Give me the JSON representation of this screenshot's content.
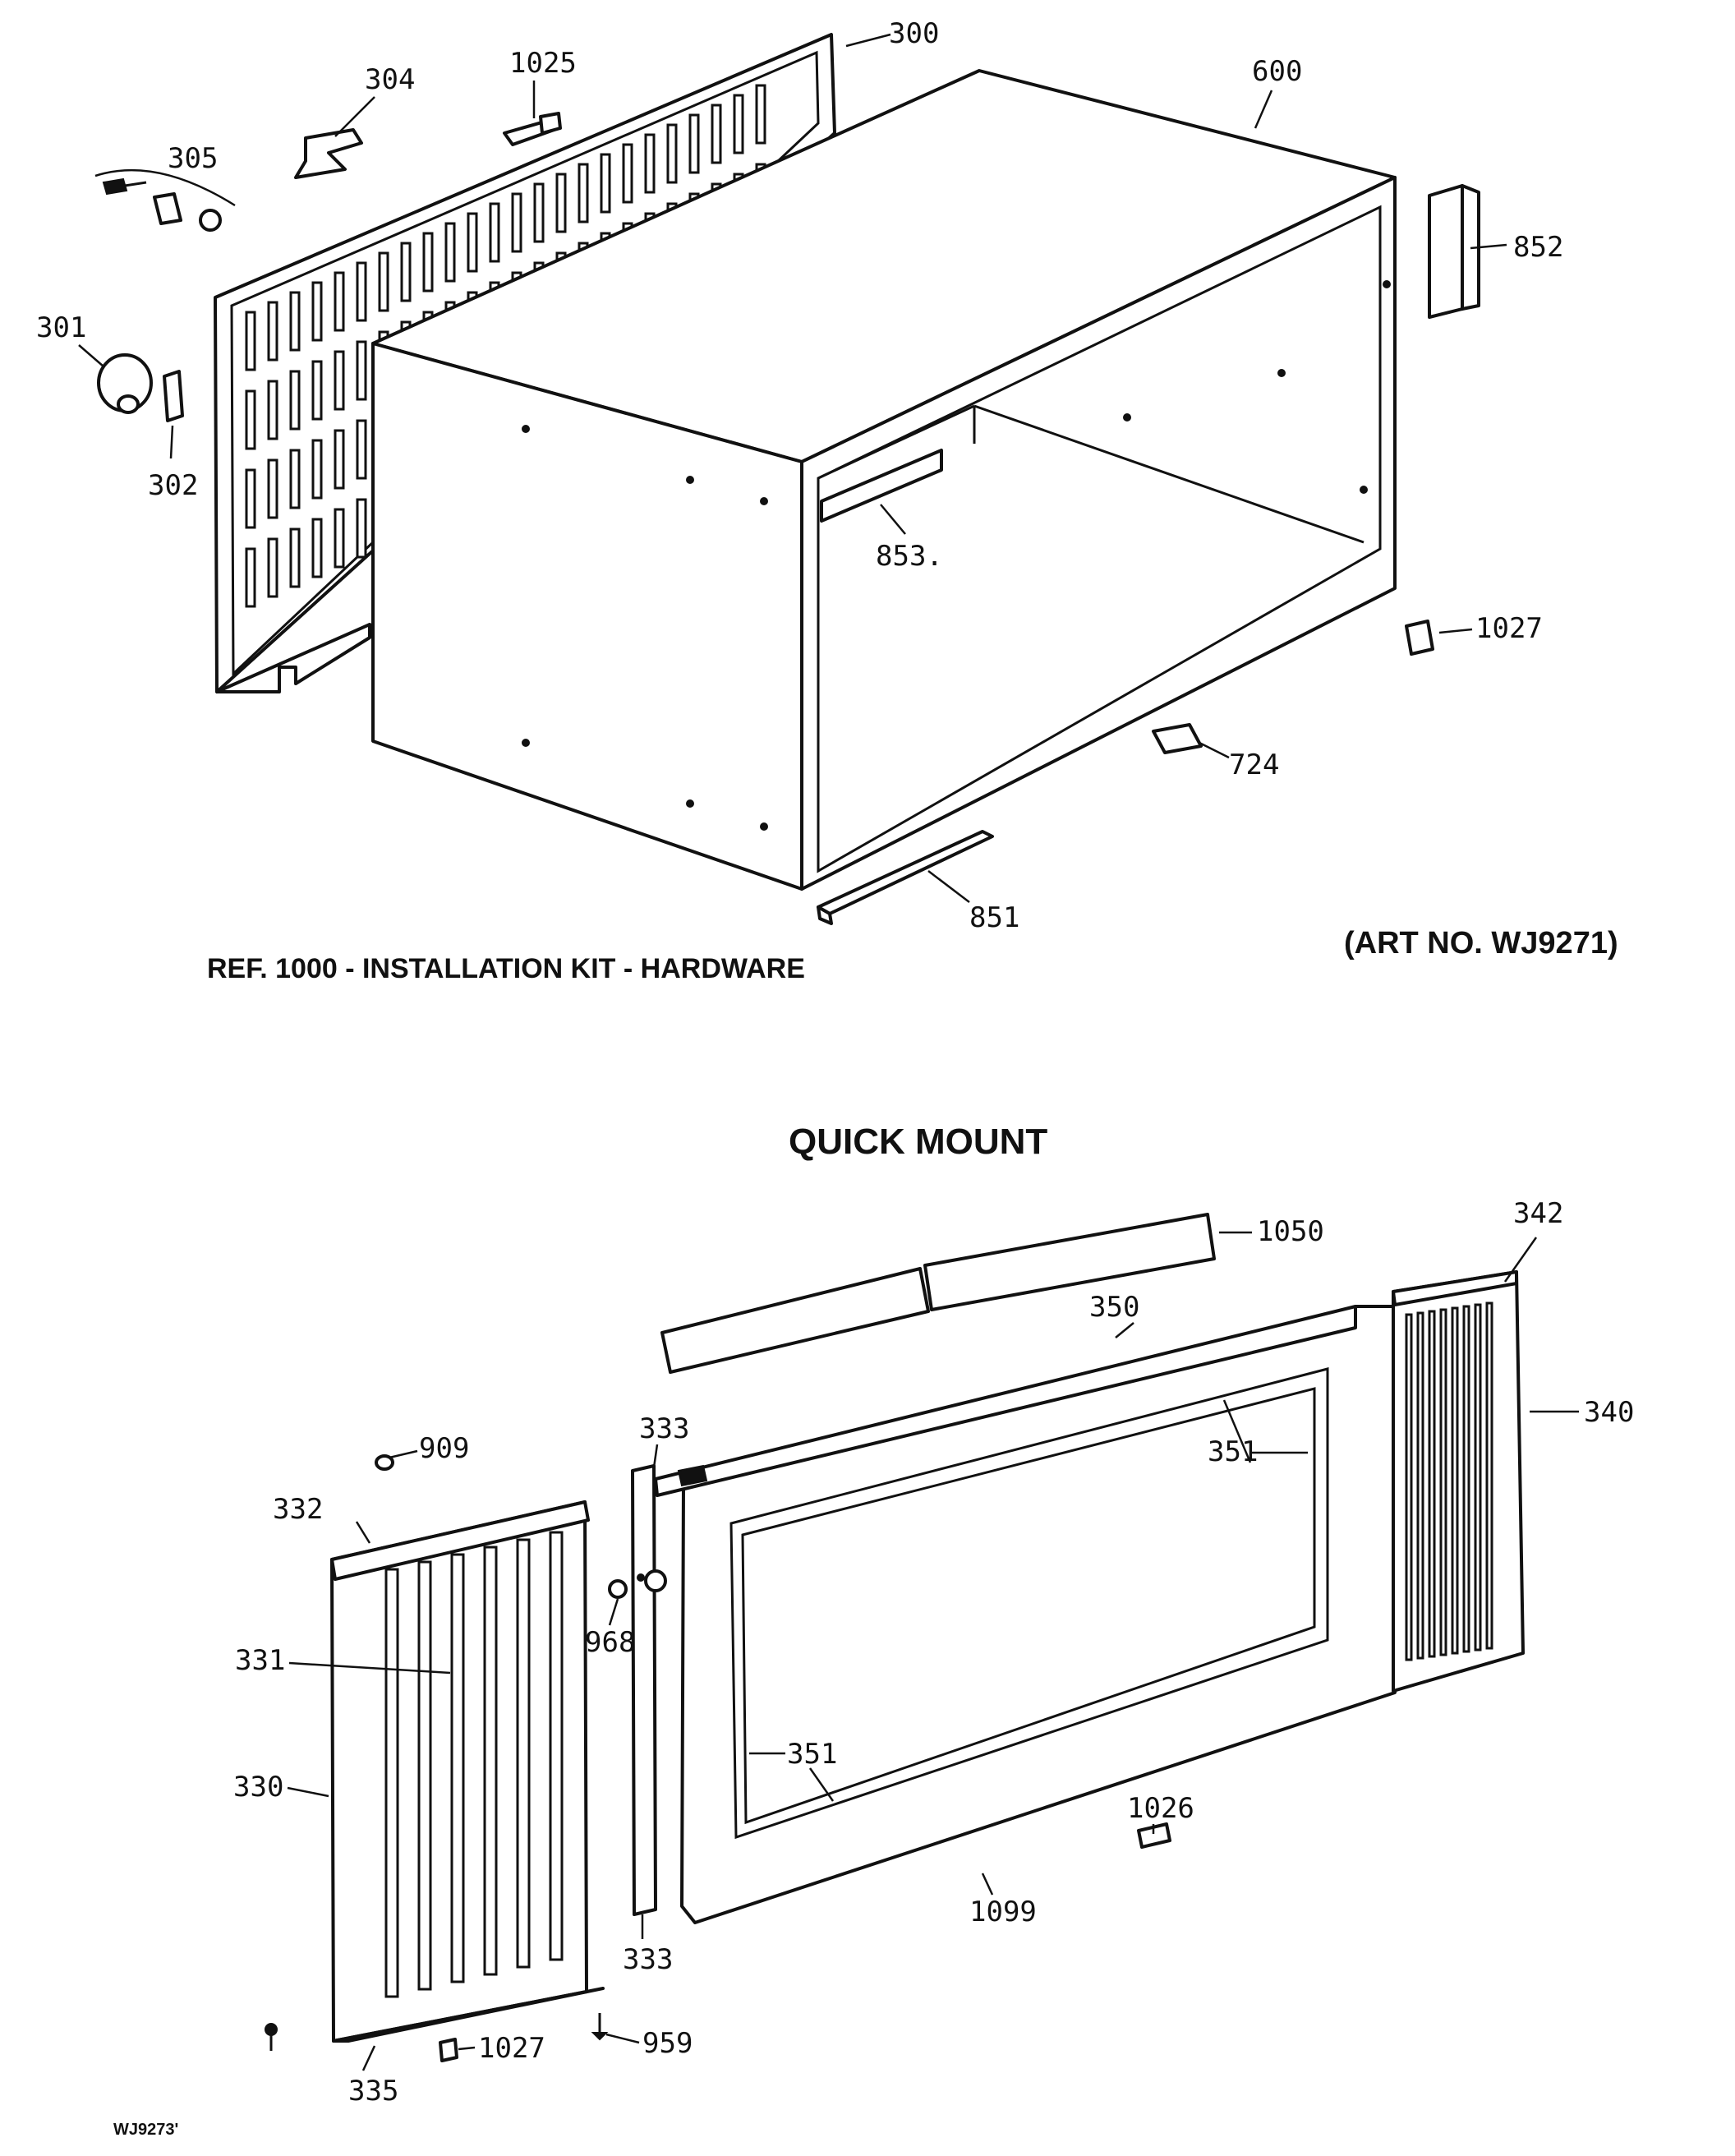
{
  "captions": {
    "installation_kit": "REF. 1000 - INSTALLATION KIT - HARDWARE",
    "art_number": "(ART NO. WJ9271)",
    "quick_mount": "QUICK MOUNT",
    "drawing_code": "WJ9273'"
  },
  "callouts": {
    "c300": "300",
    "c304": "304",
    "c1025": "1025",
    "c305": "305",
    "c600": "600",
    "c852": "852",
    "c301": "301",
    "c302": "302",
    "c853": "853.",
    "c1027_top": "1027",
    "c724": "724",
    "c851": "851",
    "c1050": "1050",
    "c342": "342",
    "c350": "350",
    "c340": "340",
    "c333_top": "333",
    "c351_top": "351",
    "c909": "909",
    "c332": "332",
    "c968": "968",
    "c331": "331",
    "c330": "330",
    "c351_bottom": "351",
    "c1026": "1026",
    "c1099": "1099",
    "c333_bottom": "333",
    "c1027_bottom": "1027",
    "c959": "959",
    "c335": "335"
  },
  "colors": {
    "ink": "#111111",
    "paper": "#ffffff"
  }
}
